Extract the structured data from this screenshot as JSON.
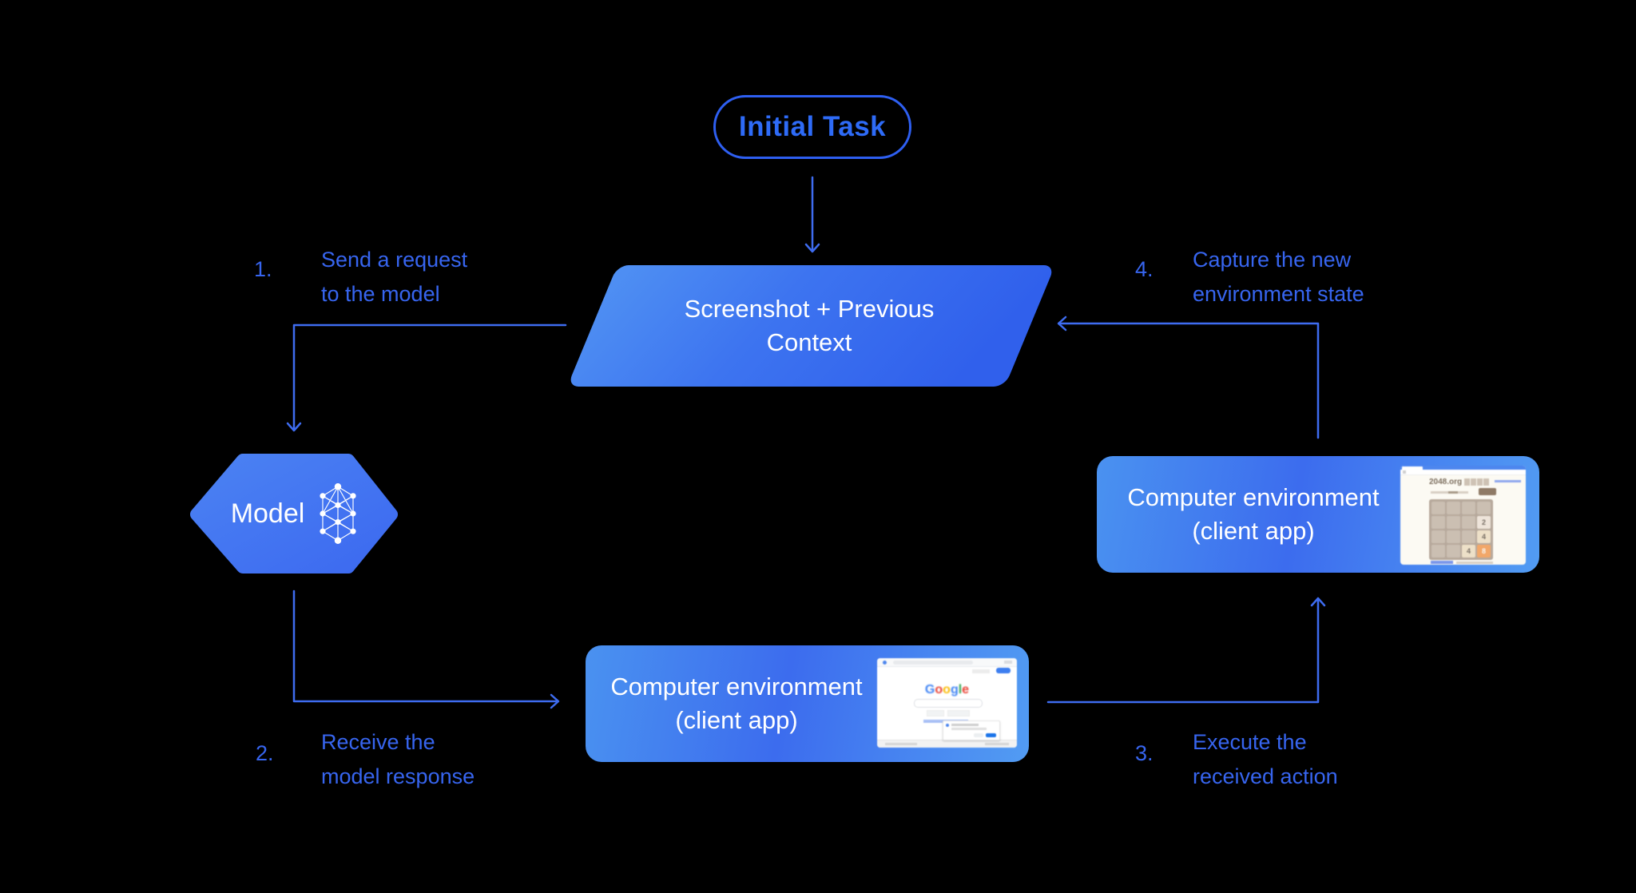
{
  "canvas": {
    "background": "#000000",
    "accent_blue": "#3e6cf0"
  },
  "nodes": {
    "initial_task": {
      "label": "Initial Task"
    },
    "screenshot_context": {
      "line1": "Screenshot + Previous",
      "line2": "Context"
    },
    "model": {
      "label": "Model"
    },
    "env_client_bottom": {
      "line1": "Computer environment",
      "line2": "(client app)"
    },
    "env_client_right": {
      "line1": "Computer environment",
      "line2": "(client app)"
    }
  },
  "steps": [
    {
      "number": "1.",
      "line1": "Send a request",
      "line2": "to the model"
    },
    {
      "number": "2.",
      "line1": "Receive the",
      "line2": "model response"
    },
    {
      "number": "3.",
      "line1": "Execute the",
      "line2": "received action"
    },
    {
      "number": "4.",
      "line1": "Capture the new",
      "line2": "environment state"
    }
  ],
  "thumbnails": {
    "google": {
      "logo_letters": [
        "G",
        "o",
        "o",
        "g",
        "l",
        "e"
      ]
    },
    "game2048": {
      "title": "2048.org",
      "tiles": [
        "2",
        "4",
        "4",
        "8"
      ]
    }
  }
}
